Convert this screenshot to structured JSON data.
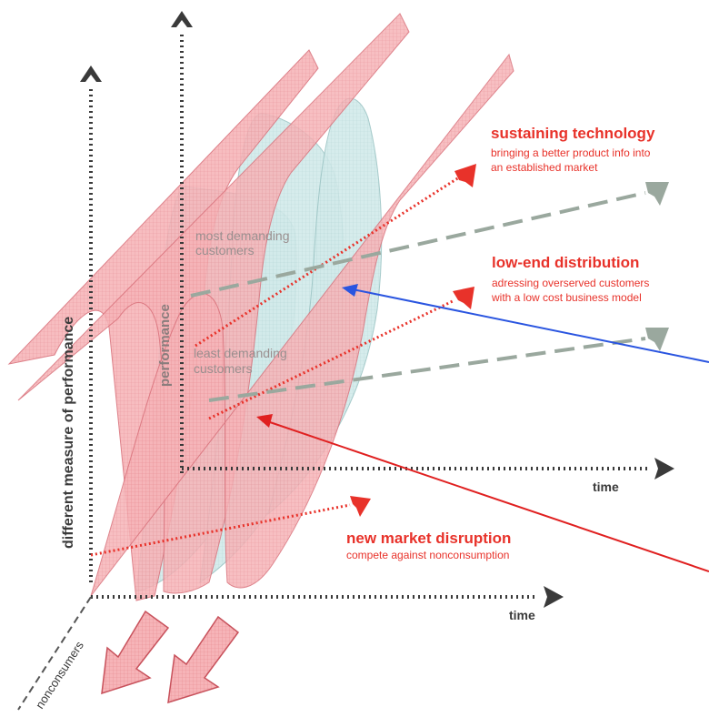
{
  "colors": {
    "red": "#e8322a",
    "red_light": "#f7b5b8",
    "teal_light": "#cfe8e8",
    "gray_dark": "#3a3a3a",
    "gray_arrow": "#9aa89e",
    "blue_pointer": "#2a55e0",
    "red_pointer": "#e02020"
  },
  "sustaining": {
    "title": "sustaining technology",
    "line1": "bringing a better product info into",
    "line2": "an established market"
  },
  "low_end": {
    "title": "low-end distribution",
    "line1": "adressing overserved customers",
    "line2": "with a low cost business model"
  },
  "new_market": {
    "title": "new market disruption",
    "line1": "compete against nonconsumption"
  },
  "labels": {
    "most_line1": "most demanding",
    "most_line2": "customers",
    "least_line1": "least demanding",
    "least_line2": "customers",
    "performance": "performance",
    "different_measure": "different measure of performance",
    "time_upper": "time",
    "time_lower": "time",
    "nonconsumers": "nonconsumers"
  }
}
